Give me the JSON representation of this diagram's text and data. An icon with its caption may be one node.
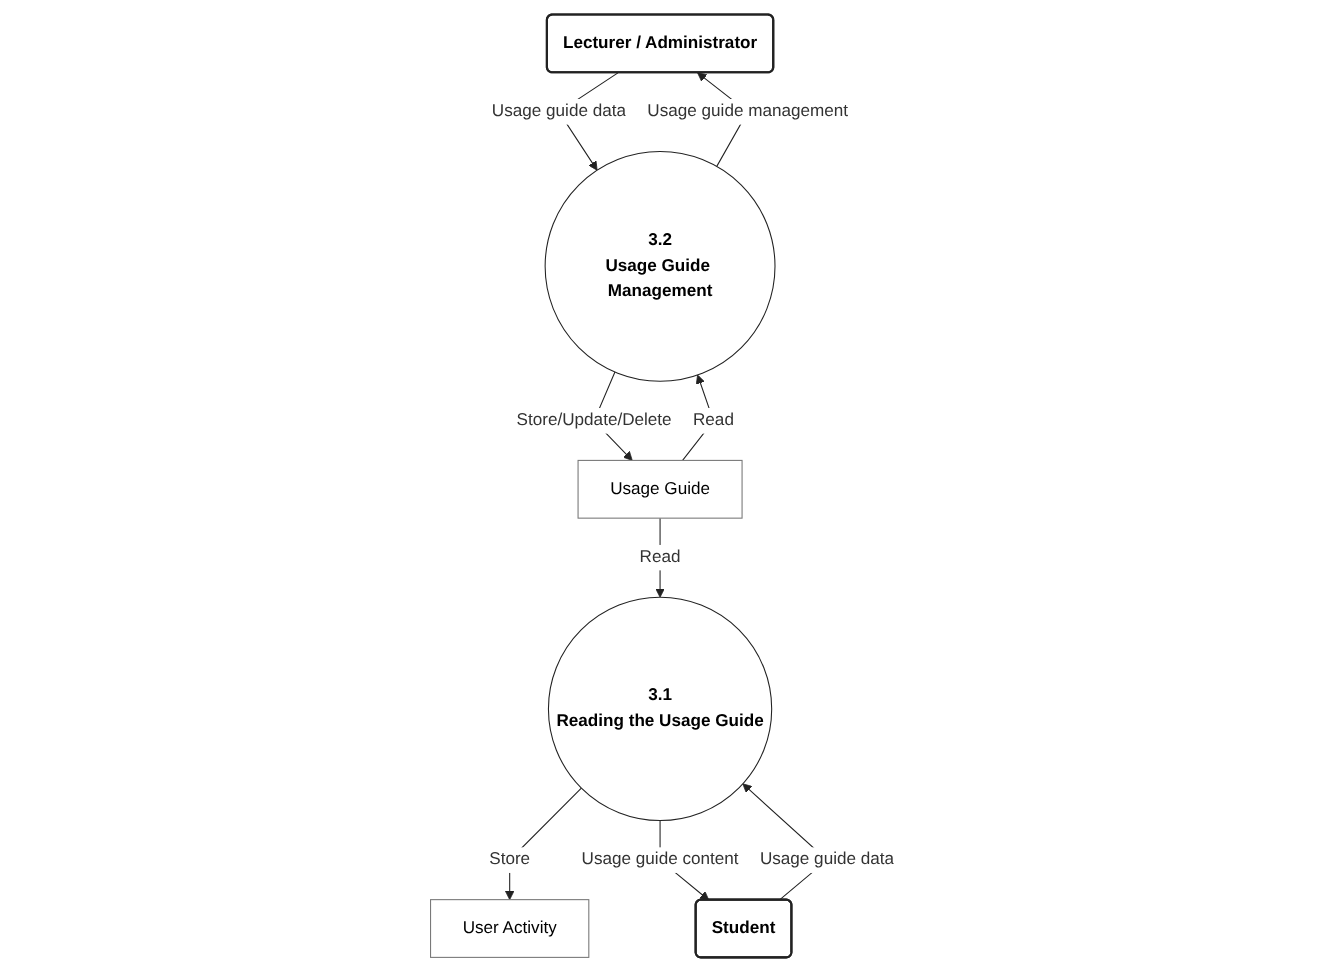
{
  "diagram": {
    "nodes": [
      {
        "text": [
          "User Activity"
        ]
      },
      {
        "text": [
          "3.1",
          "Reading the Usage Guide"
        ]
      },
      {
        "text": [
          "Lecturer / Administrator"
        ]
      },
      {
        "text": [
          "Usage Guide"
        ]
      },
      {
        "text": [
          "Student"
        ]
      },
      {
        "text": [
          "3.2",
          "Usage Guide Management"
        ]
      }
    ],
    "edges": [
      {
        "from": 1,
        "to": 0,
        "arrow": "to",
        "label": "Store"
      },
      {
        "from": 4,
        "to": 1,
        "arrow": "to",
        "label": "Usage guide data"
      },
      {
        "from": 1,
        "to": 4,
        "arrow": "to",
        "label": "Usage guide content"
      },
      {
        "from": 3,
        "to": 1,
        "arrow": "to",
        "label": "Read"
      },
      {
        "from": 3,
        "to": 5,
        "arrow": "to",
        "label": "Read"
      },
      {
        "from": 5,
        "to": 3,
        "arrow": "to",
        "label": "Store/Update/Delete"
      },
      {
        "from": 5,
        "to": 2,
        "arrow": "to",
        "label": "Usage guide management"
      },
      {
        "from": 2,
        "to": 5,
        "arrow": "to",
        "label": "Usage guide data"
      }
    ]
  }
}
